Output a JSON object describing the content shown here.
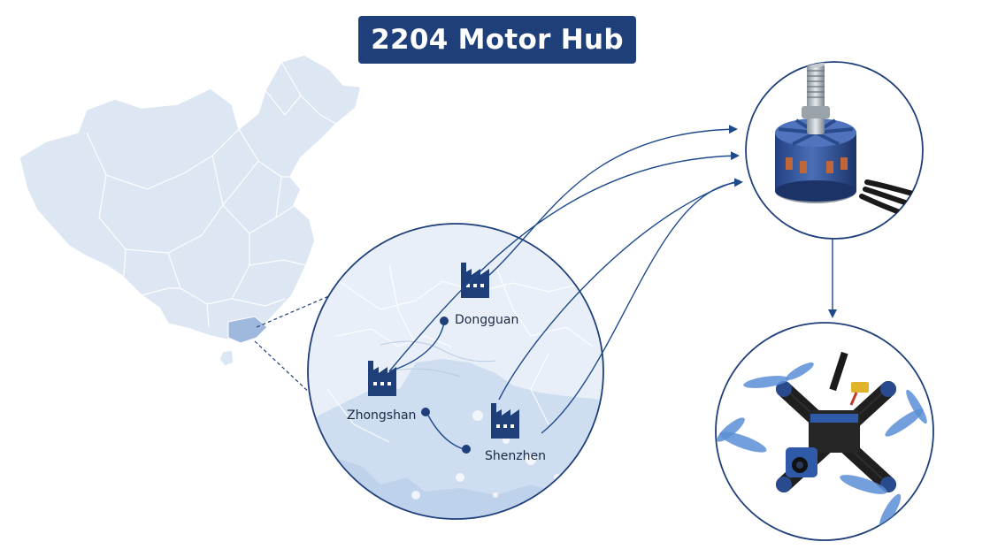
{
  "title": "2204 Motor Hub",
  "cities": {
    "dongguan": "Dongguan",
    "zhongshan": "Zhongshan",
    "shenzhen": "Shenzhen"
  },
  "colors": {
    "title_bg": "#1e3f7a",
    "accent": "#1e4a8c",
    "map_fill": "#dde6f3",
    "guangdong_highlight": "#9fb9de"
  },
  "icons": [
    "factory-icon",
    "brushless-motor-icon",
    "fpv-drone-icon"
  ]
}
